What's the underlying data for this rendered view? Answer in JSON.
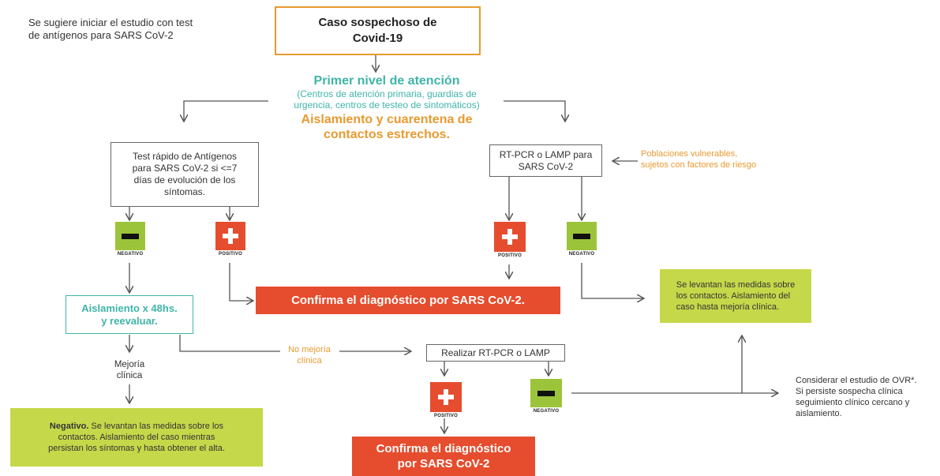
{
  "intro_note": {
    "line1": "Se sugiere iniciar el estudio con test",
    "line2": "de antígenos para SARS CoV-2"
  },
  "suspect_case": {
    "line1": "Caso sospechoso de",
    "line2": "Covid-19"
  },
  "first_level": {
    "title": "Primer nivel de atención",
    "sub1": "(Centros de atención primaria, guardias de",
    "sub2": "urgencia, centros de testeo de sintomáticos)",
    "isolation1": "Aislamiento y cuarentena de",
    "isolation2": "contactos estrechos."
  },
  "antigen_test": {
    "line1": "Test rápido de Antígenos",
    "line2": "para SARS CoV-2 si <=7",
    "line3": "días de evolución de los",
    "line4": "síntomas."
  },
  "rtpcr_lamp": {
    "line1": "RT-PCR o LAMP para",
    "line2": "SARS CoV-2"
  },
  "vulnerable_note": {
    "line1": "Poblaciones vulnerables,",
    "line2": "sujetos con factores de riesgo"
  },
  "labels": {
    "negative": "NEGATIVO",
    "positive": "POSITIVO"
  },
  "confirm_main": "Confirma el diagnóstico por SARS CoV-2.",
  "isolation_48": {
    "line1": "Aislamiento x 48hs.",
    "line2": "y reevaluar."
  },
  "lift_measures_top": {
    "line1": "Se levantan las medidas sobre",
    "line2": "los contactos. Aislamiento del",
    "line3": "caso hasta mejoría clínica."
  },
  "improvement": {
    "line1": "Mejoría",
    "line2": "clínica"
  },
  "no_improvement": {
    "line1": "No mejoría",
    "line2": "clínica"
  },
  "perform_rtpcr": "Realizar RT-PCR o LAMP",
  "ovr_note": {
    "line1": "Considerar el estudio de OVR*.",
    "line2": "Si persiste sospecha clínica",
    "line3": "seguimiento clínico cercano y",
    "line4": "aislamiento."
  },
  "negative_box": {
    "bold": "Negativo.",
    "line1_rest": " Se levantan las medidas sobre los",
    "line2": "contactos. Aislamiento del caso mientras",
    "line3": "persistan los síntomas y hasta obtener el alta."
  },
  "confirm_bottom": {
    "line1": "Confirma el diagnóstico",
    "line2": "por SARS CoV-2"
  },
  "colors": {
    "orange": "#e89a30",
    "teal": "#3fb5a8",
    "red": "#e54d2e",
    "green": "#9cc43a",
    "light_green": "#c5d84a"
  }
}
